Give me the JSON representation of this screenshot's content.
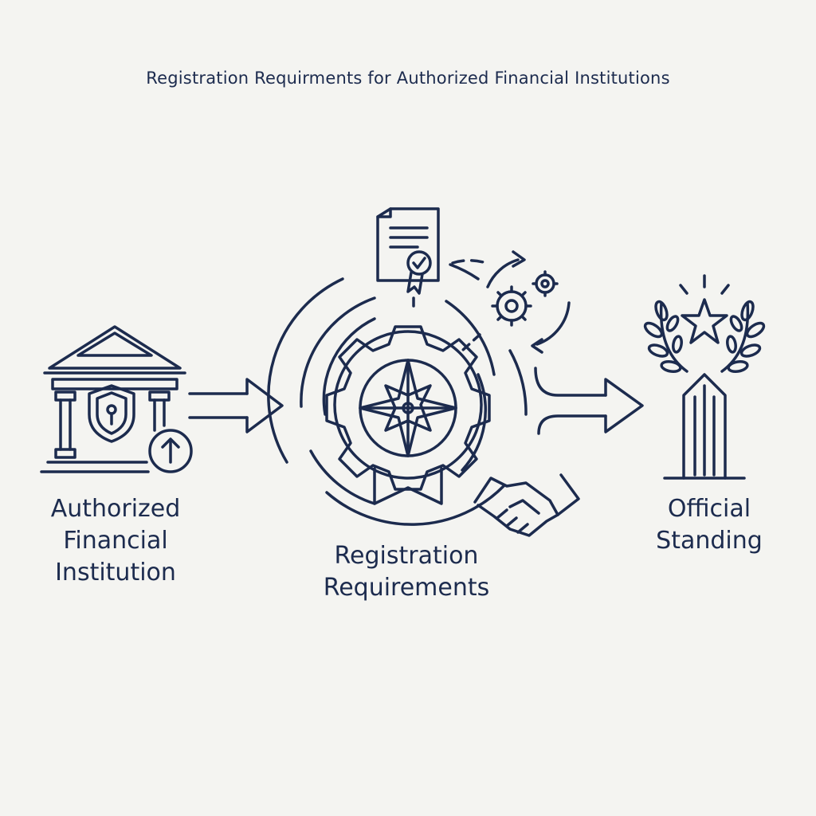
{
  "title": "Registration Requirments for Authorized Financial Institutions",
  "nodes": [
    {
      "id": "institution",
      "lines": [
        "Authorized",
        "Financial",
        "Institution"
      ],
      "icon": "bank-shield-icon"
    },
    {
      "id": "requirements",
      "lines": [
        "Registration",
        "Requirements"
      ],
      "icon": "gear-compass-icon"
    },
    {
      "id": "standing",
      "lines": [
        "Official",
        "Standing"
      ],
      "icon": "laurel-star-pillar-icon"
    }
  ],
  "colors": {
    "stroke": "#1c2b4e",
    "background": "#f4f4f1"
  }
}
